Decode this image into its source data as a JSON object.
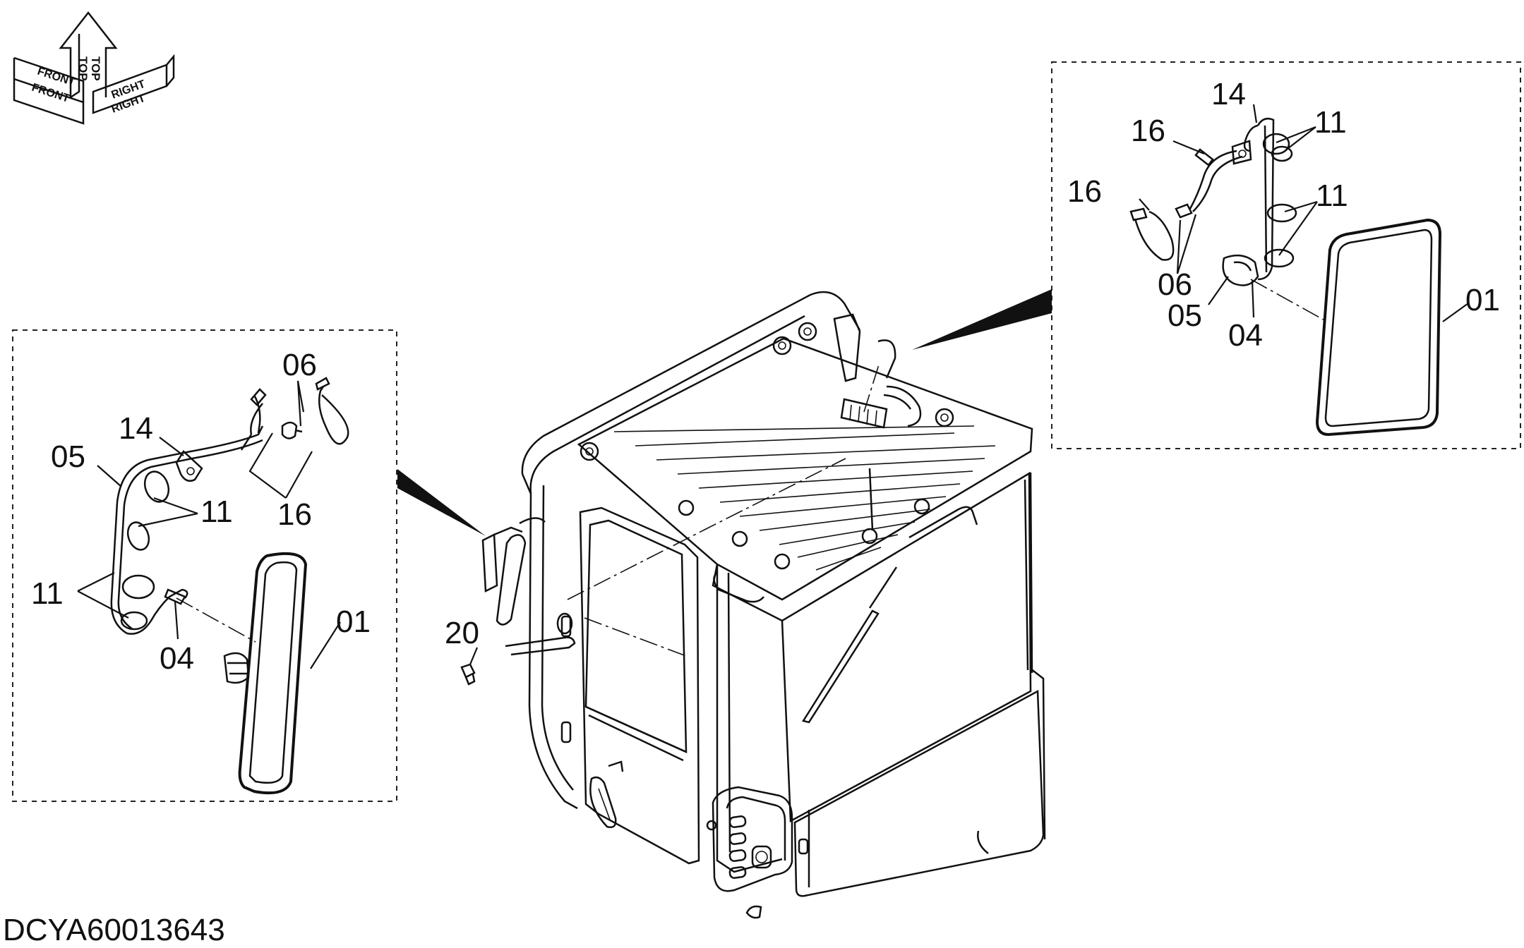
{
  "orientation": {
    "labels": [
      "TOP",
      "TOP",
      "FRONT",
      "FRONT",
      "RIGHT",
      "RIGHT"
    ],
    "icon": "orientation-arrows-icon"
  },
  "drawing_id": "DCYA60013643",
  "callouts": {
    "left_detail": [
      "06",
      "14",
      "05",
      "11",
      "16",
      "11",
      "01",
      "04"
    ],
    "main": [
      "20"
    ],
    "right_detail": [
      "14",
      "16",
      "11",
      "16",
      "11",
      "06",
      "01",
      "05",
      "04"
    ]
  },
  "colors": {
    "line": "#111111",
    "background": "#ffffff"
  }
}
